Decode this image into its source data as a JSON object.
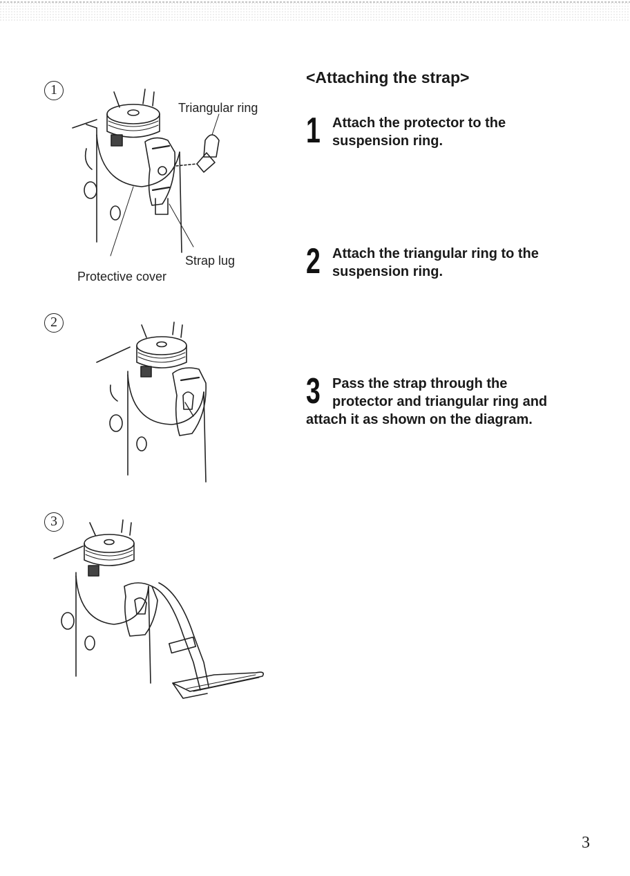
{
  "section": {
    "title": "<Attaching the strap>"
  },
  "steps": [
    {
      "number": "1",
      "line1": "Attach the protector to the",
      "line2": "suspension ring.",
      "line3": ""
    },
    {
      "number": "2",
      "line1": "Attach the triangular ring to the",
      "line2": "suspension ring.",
      "line3": ""
    },
    {
      "number": "3",
      "line1": "Pass the strap through the",
      "line2": "protector and triangular ring and",
      "line3": "attach it as shown on the diagram."
    }
  ],
  "figures": [
    {
      "label": "1",
      "callouts": {
        "triangular_ring": "Triangular ring",
        "strap_lug": "Strap lug",
        "protective_cover": "Protective cover"
      }
    },
    {
      "label": "2"
    },
    {
      "label": "3"
    }
  ],
  "page": {
    "number": "3"
  },
  "colors": {
    "ink": "#1a1a1a",
    "background": "#ffffff"
  }
}
